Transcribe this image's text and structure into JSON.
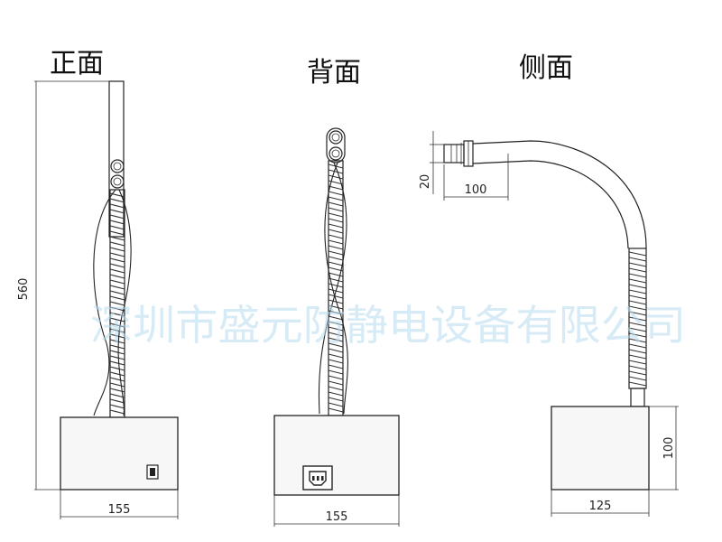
{
  "views": {
    "front": {
      "title": "正面"
    },
    "back": {
      "title": "背面"
    },
    "side": {
      "title": "侧面"
    }
  },
  "dimensions": {
    "total_height": "560",
    "front_base_width": "155",
    "back_base_width": "155",
    "side_base_width": "125",
    "side_base_height": "100",
    "nozzle_length": "100",
    "nozzle_diameter": "20"
  },
  "watermark": "深圳市盛元防静电设备有限公司"
}
